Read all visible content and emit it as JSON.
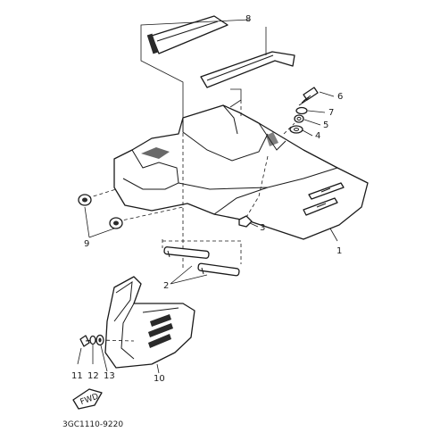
{
  "callouts": {
    "c1": "1",
    "c2": "2",
    "c3": "3",
    "c4": "4",
    "c5": "5",
    "c6": "6",
    "c7": "7",
    "c8": "8",
    "c9": "9",
    "c10": "10",
    "c11": "11",
    "c12": "12",
    "c13": "13"
  },
  "drawing_code": "3GC1110-9220",
  "fwd_mark": "FWD",
  "colors": {
    "line": "#1a1a1a",
    "background": "#ffffff"
  }
}
